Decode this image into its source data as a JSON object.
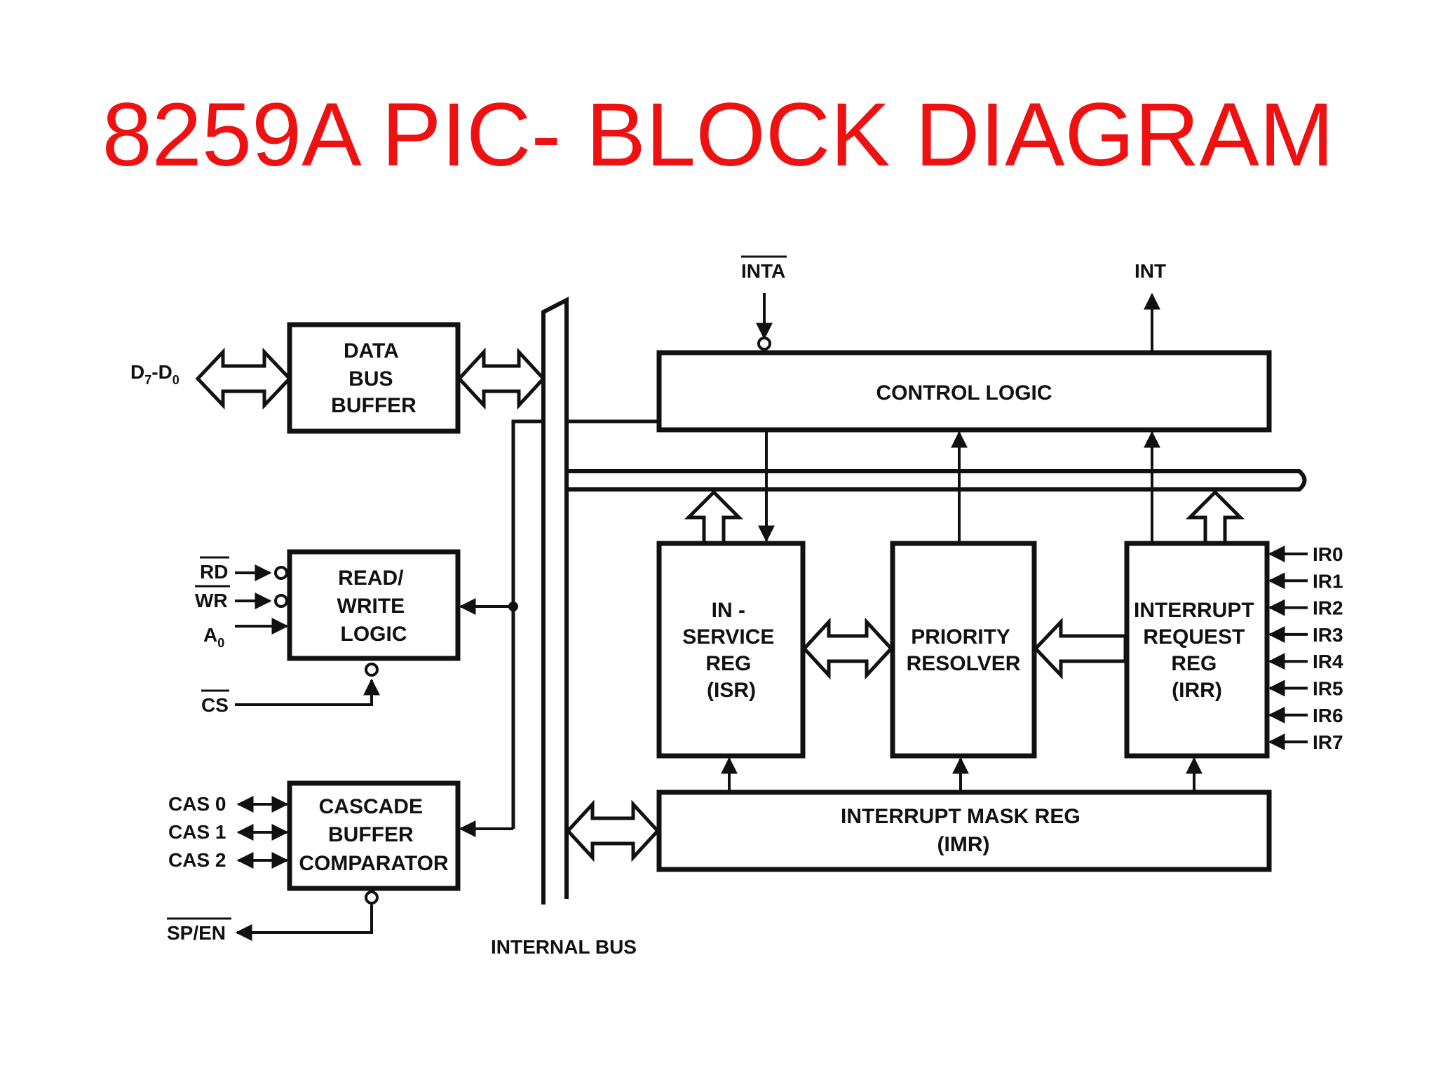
{
  "title": "8259A PIC- BLOCK DIAGRAM",
  "colors": {
    "title": "#ee1111",
    "ink": "#111111",
    "background": "#ffffff"
  },
  "blocks": {
    "data_bus_buffer": [
      "DATA",
      "BUS",
      "BUFFER"
    ],
    "read_write_logic": [
      "READ/",
      "WRITE",
      "LOGIC"
    ],
    "cascade_buffer_comparator": [
      "CASCADE",
      "BUFFER",
      "COMPARATOR"
    ],
    "control_logic": [
      "CONTROL LOGIC"
    ],
    "isr": [
      "IN -",
      "SERVICE",
      "REG",
      "(ISR)"
    ],
    "priority_resolver": [
      "PRIORITY",
      "RESOLVER"
    ],
    "irr": [
      "INTERRUPT",
      "REQUEST",
      "REG",
      "(IRR)"
    ],
    "imr": [
      "INTERRUPT MASK REG",
      "(IMR)"
    ]
  },
  "signals": {
    "data": {
      "main": "D",
      "sub1": "7",
      "dash": "-D",
      "sub2": "0"
    },
    "rd": "RD",
    "wr": "WR",
    "a0": {
      "main": "A",
      "sub": "0"
    },
    "cs": "CS",
    "cas": [
      "CAS 0",
      "CAS 1",
      "CAS 2"
    ],
    "sp_en": "SP/EN",
    "inta": "INTA",
    "int": "INT",
    "ir": [
      "IR0",
      "IR1",
      "IR2",
      "IR3",
      "IR4",
      "IR5",
      "IR6",
      "IR7"
    ],
    "internal_bus": "INTERNAL BUS"
  }
}
